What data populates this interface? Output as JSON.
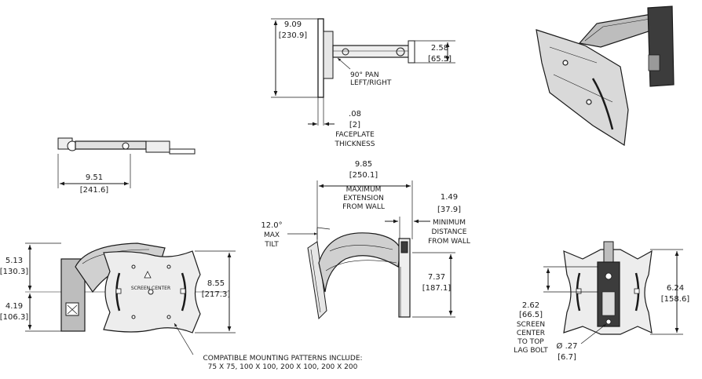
{
  "side_view": {
    "height_in": "9.09",
    "height_mm": "[230.9]",
    "arm_in": "2.58",
    "arm_mm": "[65.5]",
    "pan_label": "90° PAN",
    "pan_label_2": "LEFT/RIGHT",
    "faceplate_in": ".08",
    "faceplate_mm": "[2]",
    "faceplate_label_1": "FACEPLATE",
    "faceplate_label_2": "THICKNESS"
  },
  "top_view": {
    "width_in": "9.51",
    "width_mm": "[241.6]"
  },
  "extension_view": {
    "max_in": "9.85",
    "max_mm": "[250.1]",
    "max_label_1": "MAXIMUM",
    "max_label_2": "EXTENSION",
    "max_label_3": "FROM WALL",
    "min_in": "1.49",
    "min_mm": "[37.9]",
    "min_label_1": "MINIMUM",
    "min_label_2": "DISTANCE",
    "min_label_3": "FROM WALL",
    "tilt_deg": "12.0°",
    "tilt_label_1": "MAX",
    "tilt_label_2": "TILT",
    "arm_height_in": "7.37",
    "arm_height_mm": "[187.1]"
  },
  "front_view": {
    "upper_in": "5.13",
    "upper_mm": "[130.3]",
    "lower_in": "4.19",
    "lower_mm": "[106.3]",
    "height_in": "8.55",
    "height_mm": "[217.3]",
    "screen_center_label": "SCREEN CENTER",
    "patterns_label": "COMPATIBLE MOUNTING PATTERNS INCLUDE:",
    "patterns_list": "75 X 75, 100 X 100, 200 X 100, 200 X 200"
  },
  "back_view": {
    "height_in": "6.24",
    "height_mm": "[158.6]",
    "lag_in": "2.62",
    "lag_mm": "[66.5]",
    "lag_label_1": "SCREEN",
    "lag_label_2": "CENTER",
    "lag_label_3": "TO TOP",
    "lag_label_4": "LAG BOLT",
    "hole_in": "Ø .27",
    "hole_mm": "[6.7]"
  },
  "colors": {
    "line": "#1a1a1a",
    "fill_light": "#d9d9d9",
    "fill_dark": "#3c3c3c"
  }
}
